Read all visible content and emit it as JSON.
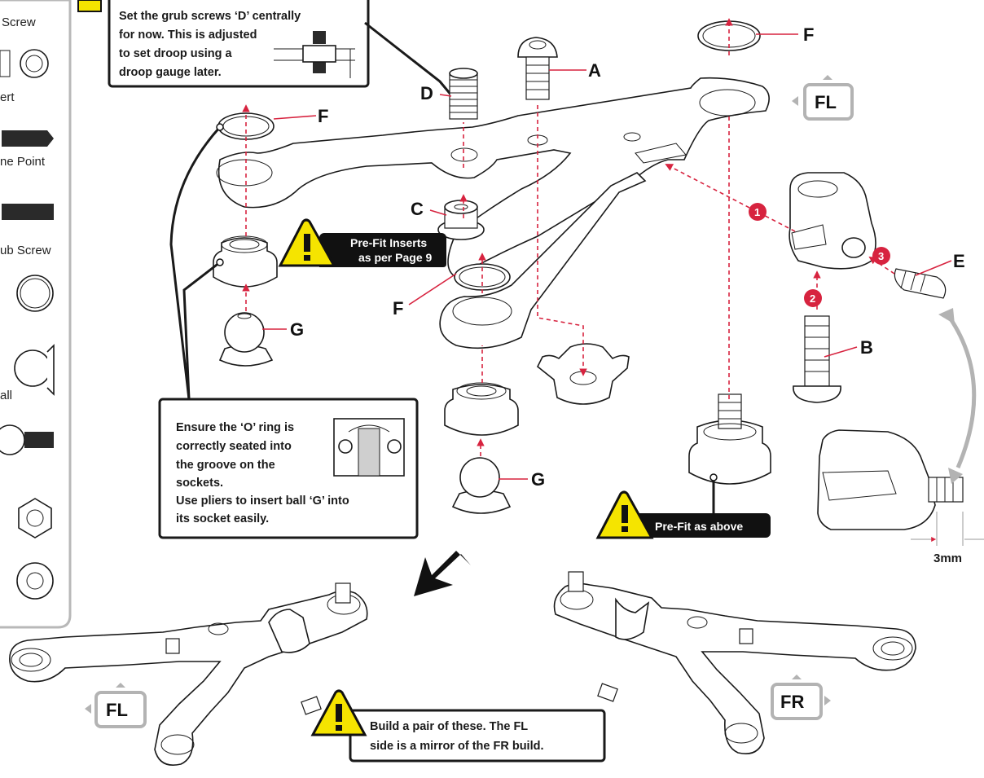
{
  "sidebar": {
    "labels": [
      "Screw",
      "ert",
      "ne Point",
      "ub Screw",
      "all"
    ]
  },
  "callouts": {
    "grub_line1": "Set the grub screws ‘D’  centrally",
    "grub_line2": "for now.  This is adjusted",
    "grub_line3": "to set droop using a",
    "grub_line4": "droop gauge later.",
    "oring_line1": "Ensure the ‘O’ ring is",
    "oring_line2": "correctly seated into",
    "oring_line3": "the groove on the",
    "oring_line4": "sockets.",
    "oring_line5": "Use pliers to insert ball ‘G’ into",
    "oring_line6": "its socket easily.",
    "build_line1": "Build a pair of these.  The FL",
    "build_line2": "side is a mirror of the FR build."
  },
  "warnings": {
    "prefit_inserts_line1": "Pre-Fit Inserts",
    "prefit_inserts_line2": "as per Page 9",
    "prefit_above": "Pre-Fit as above"
  },
  "part_letters": {
    "A": "A",
    "B": "B",
    "C": "C",
    "D": "D",
    "E": "E",
    "F1": "F",
    "F2": "F",
    "F3": "F",
    "G1": "G",
    "G2": "G"
  },
  "badges": {
    "fl_top": "FL",
    "fl_bottom": "FL",
    "fr_bottom": "FR"
  },
  "steps": [
    "1",
    "2",
    "3"
  ],
  "dimension": "3mm",
  "colors": {
    "accent_red": "#d7233f",
    "warning_yellow": "#f5e400",
    "badge_grey": "#b3b3b3",
    "warning_black": "#111111"
  },
  "icons": {
    "warning": "warning-triangle-icon",
    "direction_arrow": "down-left-arrow-icon"
  }
}
